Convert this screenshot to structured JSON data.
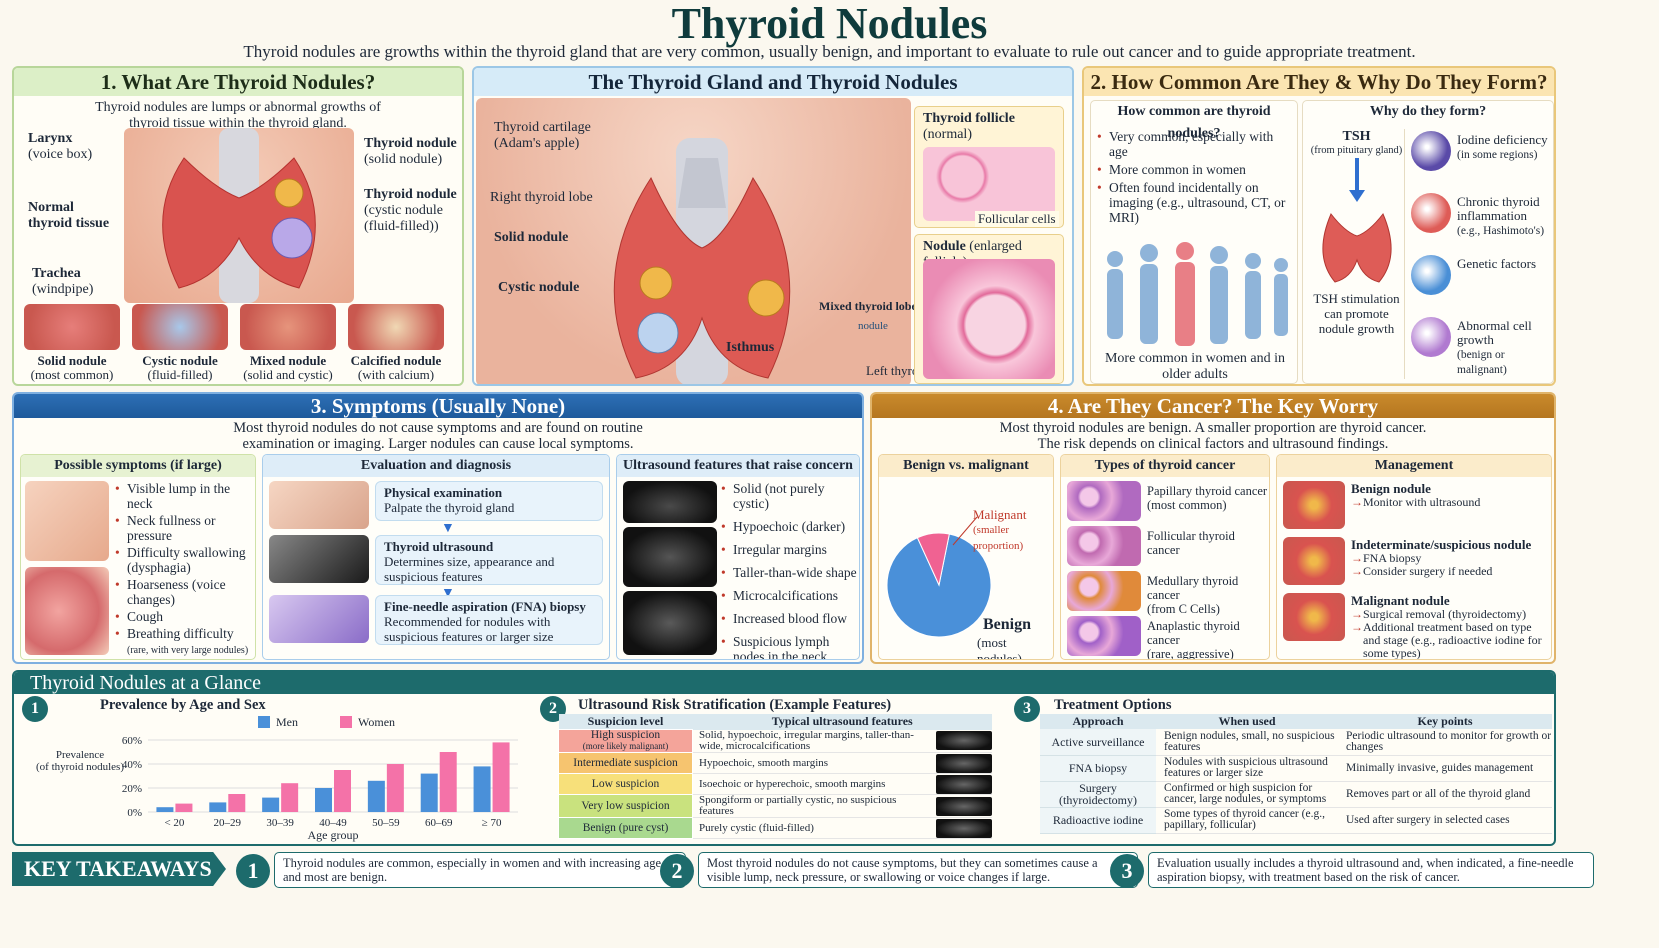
{
  "header": {
    "title": "Thyroid Nodules",
    "subtitle": "Thyroid nodules are growths within the thyroid gland that are very common, usually benign, and important to evaluate to rule out cancer and to guide appropriate treatment."
  },
  "p1": {
    "title": "1. What Are Thyroid Nodules?",
    "intro": "Thyroid nodules are lumps or abnormal growths of thyroid tissue within the thyroid gland.",
    "labels": {
      "larynx": "Larynx",
      "larynx_sub": "(voice box)",
      "normal": "Normal",
      "normal2": "thyroid tissue",
      "trachea": "Trachea",
      "trachea_sub": "(windpipe)",
      "solid": "Thyroid nodule",
      "solid_sub": "(solid nodule)",
      "cystic": "Thyroid nodule",
      "cystic_sub1": "(cystic nodule",
      "cystic_sub2": "(fluid-filled))"
    },
    "types": [
      {
        "name": "Solid nodule",
        "sub": "(most common)"
      },
      {
        "name": "Cystic nodule",
        "sub": "(fluid-filled)"
      },
      {
        "name": "Mixed nodule",
        "sub": "(solid and cystic)"
      },
      {
        "name": "Calcified nodule",
        "sub": "(with calcium)"
      }
    ]
  },
  "p2": {
    "title": "The Thyroid Gland and Thyroid Nodules",
    "labels": {
      "cartilage": "Thyroid cartilage",
      "cartilage_sub": "(Adam's apple)",
      "right": "Right thyroid lobe",
      "solid": "Solid nodule",
      "cystic": "Cystic nodule",
      "isthmus": "Isthmus",
      "mixed": "Mixed thyroid lobe",
      "nodule": "nodule",
      "left": "Left thyroid lobe",
      "follicle": "Thyroid follicle",
      "follicle_sub": "(normal)",
      "follicular": "Follicular cells",
      "nodule_enl": "Nodule",
      "nodule_enl_sub": "(enlarged follicle)"
    }
  },
  "p3": {
    "title": "2. How Common Are They & Why Do They Form?",
    "common_title": "How common are thyroid nodules?",
    "common": [
      "Very common, especially with age",
      "More common in women",
      "Often found incidentally on imaging (e.g., ultrasound, CT, or MRI)"
    ],
    "caption": "More common in women and in older adults",
    "why_title": "Why do they form?",
    "tsh": "TSH",
    "tsh_sub": "(from pituitary gland)",
    "tsh_caption": "TSH stimulation can promote nodule growth",
    "causes": [
      {
        "name": "Iodine deficiency",
        "sub": "(in some regions)"
      },
      {
        "name": "Chronic thyroid inflammation",
        "sub": "(e.g., Hashimoto's)"
      },
      {
        "name": "Genetic factors",
        "sub": ""
      },
      {
        "name": "Abnormal cell growth",
        "sub": "(benign or malignant)"
      }
    ]
  },
  "p4": {
    "title": "3. Symptoms (Usually None)",
    "intro": "Most thyroid nodules do not cause symptoms and are found on routine examination or imaging. Larger nodules can cause local symptoms.",
    "sym_title": "Possible symptoms (if large)",
    "symptoms": [
      "Visible lump in the neck",
      "Neck fullness or pressure",
      "Difficulty swallowing (dysphagia)",
      "Hoarseness (voice changes)",
      "Cough",
      "Breathing difficulty"
    ],
    "sym_note": "(rare, with very large nodules)",
    "eval_title": "Evaluation and diagnosis",
    "eval": [
      {
        "name": "Physical examination",
        "desc": "Palpate the thyroid gland"
      },
      {
        "name": "Thyroid ultrasound",
        "desc": "Determines size, appearance and suspicious features"
      },
      {
        "name": "Fine-needle aspiration (FNA) biopsy",
        "desc": "Recommended for nodules with suspicious features or larger size"
      }
    ],
    "us_title": "Ultrasound features that raise concern",
    "us": [
      "Solid (not purely cystic)",
      "Hypoechoic (darker)",
      "Irregular margins",
      "Taller-than-wide shape",
      "Microcalcifications",
      "Increased blood flow",
      "Suspicious lymph nodes in the neck"
    ]
  },
  "p5": {
    "title": "4. Are They Cancer? The Key Worry",
    "intro": "Most thyroid nodules are benign. A smaller proportion are thyroid cancer. The risk depends on clinical factors and ultrasound findings.",
    "pie_title": "Benign vs. malignant",
    "malignant": "Malignant",
    "malignant_sub": "(smaller proportion)",
    "benign": "Benign",
    "benign_sub": "(most nodules)",
    "types_title": "Types of thyroid cancer",
    "types": [
      {
        "name": "Papillary thyroid cancer",
        "sub": "(most common)"
      },
      {
        "name": "Follicular thyroid cancer",
        "sub": ""
      },
      {
        "name": "Medullary thyroid cancer",
        "sub": "(from C Cells)"
      },
      {
        "name": "Anaplastic thyroid cancer",
        "sub": "(rare, aggressive)"
      }
    ],
    "mgmt_title": "Management",
    "mgmt": [
      {
        "name": "Benign nodule",
        "items": [
          "Monitor with ultrasound"
        ]
      },
      {
        "name": "Indeterminate/suspicious nodule",
        "items": [
          "FNA biopsy",
          "Consider surgery if needed"
        ]
      },
      {
        "name": "Malignant nodule",
        "items": [
          "Surgical removal (thyroidectomy)",
          "Additional treatment based on type and stage (e.g., radioactive iodine for some types)"
        ]
      }
    ]
  },
  "glance": {
    "title": "Thyroid Nodules at a Glance",
    "c1": {
      "title": "Prevalence by Age and Sex",
      "ylabel": "Prevalence",
      "ylabel2": "(of thyroid nodules)",
      "xlabel": "Age group"
    },
    "c2": {
      "title": "Ultrasound Risk Stratification (Example Features)",
      "h1": "Suspicion level",
      "h2": "Typical ultrasound features",
      "rows": [
        {
          "level": "High suspicion",
          "sub": "(more likely malignant)",
          "features": "Solid, hypoechoic, irregular margins, taller-than-wide, microcalcifications",
          "color": "#f4a49a"
        },
        {
          "level": "Intermediate suspicion",
          "sub": "",
          "features": "Hypoechoic, smooth margins",
          "color": "#f6c46f"
        },
        {
          "level": "Low suspicion",
          "sub": "",
          "features": "Isoechoic or hyperechoic, smooth margins",
          "color": "#f7e07a"
        },
        {
          "level": "Very low suspicion",
          "sub": "",
          "features": "Spongiform or partially cystic, no suspicious features",
          "color": "#c9e27e"
        },
        {
          "level": "Benign (pure cyst)",
          "sub": "",
          "features": "Purely cystic (fluid-filled)",
          "color": "#a9d98f"
        }
      ]
    },
    "c3": {
      "title": "Treatment Options",
      "h1": "Approach",
      "h2": "When used",
      "h3": "Key points",
      "rows": [
        {
          "a": "Active surveillance",
          "w": "Benign nodules, small, no suspicious features",
          "k": "Periodic ultrasound to monitor for growth or changes"
        },
        {
          "a": "FNA biopsy",
          "w": "Nodules with suspicious ultrasound features or larger size",
          "k": "Minimally invasive, guides management"
        },
        {
          "a": "Surgery (thyroidectomy)",
          "w": "Confirmed or high suspicion for cancer, large nodules, or symptoms",
          "k": "Removes part or all of the thyroid gland"
        },
        {
          "a": "Radioactive iodine",
          "w": "Some types of thyroid cancer (e.g., papillary, follicular)",
          "k": "Used after surgery in selected cases"
        }
      ]
    }
  },
  "takeaways": {
    "title": "KEY TAKEAWAYS",
    "items": [
      {
        "n": "1",
        "t": "Thyroid nodules are common, especially in women and with increasing age, and most are benign."
      },
      {
        "n": "2",
        "t": "Most thyroid nodules do not cause symptoms, but they can sometimes cause a visible lump, neck pressure, or swallowing or voice changes if large."
      },
      {
        "n": "3",
        "t": "Evaluation usually includes a thyroid ultrasound and, when indicated, a fine-needle aspiration biopsy, with treatment based on the risk of cancer."
      }
    ]
  },
  "chart_data": {
    "type": "bar",
    "title": "Prevalence by Age and Sex",
    "xlabel": "Age group",
    "ylabel": "Prevalence (of thyroid nodules)",
    "categories": [
      "< 20",
      "20–29",
      "30–39",
      "40–49",
      "50–59",
      "60–69",
      "≥ 70"
    ],
    "series": [
      {
        "name": "Men",
        "values": [
          4,
          8,
          12,
          20,
          26,
          32,
          38
        ],
        "color": "#4a90d9"
      },
      {
        "name": "Women",
        "values": [
          7,
          15,
          24,
          35,
          40,
          50,
          58
        ],
        "color": "#f472a8"
      }
    ],
    "ylim": [
      0,
      60
    ],
    "yticks": [
      "0%",
      "20%",
      "40%",
      "60%"
    ],
    "legend": "top"
  },
  "pie_data": {
    "type": "pie",
    "slices": [
      {
        "name": "Benign",
        "value": 90,
        "color": "#4a90d9"
      },
      {
        "name": "Malignant",
        "value": 10,
        "color": "#f06292"
      }
    ]
  }
}
